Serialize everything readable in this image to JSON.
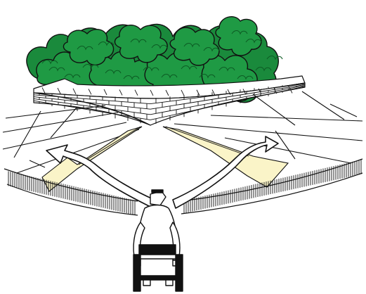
{
  "colors": {
    "background": "#ffffff",
    "foliage": "#1a8a3c",
    "foliage_dark": "#0d5c24",
    "outline": "#111111",
    "ramp": "#faf4c8",
    "wall": "#ffffff",
    "figure": "#ffffff",
    "wheelchair": "#111111"
  },
  "icons": {
    "trees": "tree-canopy",
    "wall": "brick-retaining-wall",
    "person": "wheelchair-user",
    "arrows": "curved-direction-arrows"
  }
}
